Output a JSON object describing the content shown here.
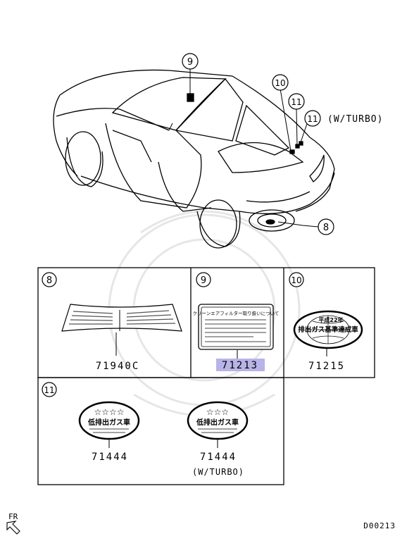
{
  "callouts": {
    "c8": "8",
    "c9": "9",
    "c10": "10",
    "c11a": "11",
    "c11b": "11",
    "turbo_note": "(W/TURBO)"
  },
  "cells": {
    "cell8": {
      "num": "8",
      "part": "71940C"
    },
    "cell9": {
      "num": "9",
      "part": "71213",
      "label_title": "クリーンエアフィルター取り扱いについて"
    },
    "cell10": {
      "num": "10",
      "part": "71215",
      "badge_top": "平成22年",
      "badge_main": "排出ガス基準達成車"
    },
    "cell11": {
      "num": "11",
      "left": {
        "part": "71444",
        "stars": "☆☆☆☆",
        "badge_main": "低排出ガス車",
        "note": ""
      },
      "right": {
        "part": "71444",
        "stars": "☆☆☆",
        "badge_main": "低排出ガス車",
        "note": "(W/TURBO)"
      }
    }
  },
  "footer": {
    "fr_label": "FR",
    "diagram_id": "D00213"
  },
  "colors": {
    "highlight": "#b8b4e8",
    "line": "#000000"
  }
}
